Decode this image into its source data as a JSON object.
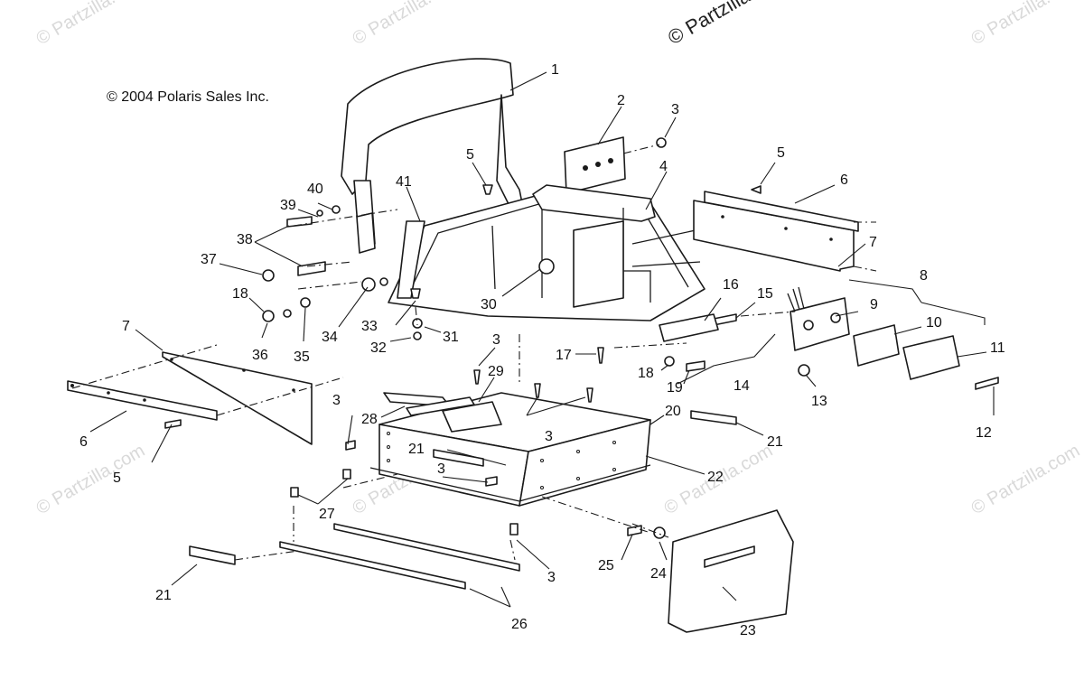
{
  "copyright": "© 2004 Polaris Sales Inc.",
  "watermark": "© Partzilla.com",
  "watermark_top": "© Partzilla.com",
  "callouts": {
    "c1": "1",
    "c2": "2",
    "c3a": "3",
    "c3b": "3",
    "c3c": "3",
    "c3d": "3",
    "c3e": "3",
    "c3f": "3",
    "c4": "4",
    "c5a": "5",
    "c5b": "5",
    "c5c": "5",
    "c6a": "6",
    "c6b": "6",
    "c7a": "7",
    "c7b": "7",
    "c8": "8",
    "c9": "9",
    "c10": "10",
    "c11": "11",
    "c12": "12",
    "c13": "13",
    "c14": "14",
    "c15": "15",
    "c16": "16",
    "c17": "17",
    "c18a": "18",
    "c18b": "18",
    "c19": "19",
    "c20": "20",
    "c21a": "21",
    "c21b": "21",
    "c21c": "21",
    "c22": "22",
    "c23": "23",
    "c24": "24",
    "c25": "25",
    "c26": "26",
    "c27": "27",
    "c28": "28",
    "c29": "29",
    "c30": "30",
    "c31": "31",
    "c32": "32",
    "c33": "33",
    "c34": "34",
    "c35": "35",
    "c36": "36",
    "c37": "37",
    "c38": "38",
    "c39": "39",
    "c40": "40",
    "c41": "41"
  }
}
